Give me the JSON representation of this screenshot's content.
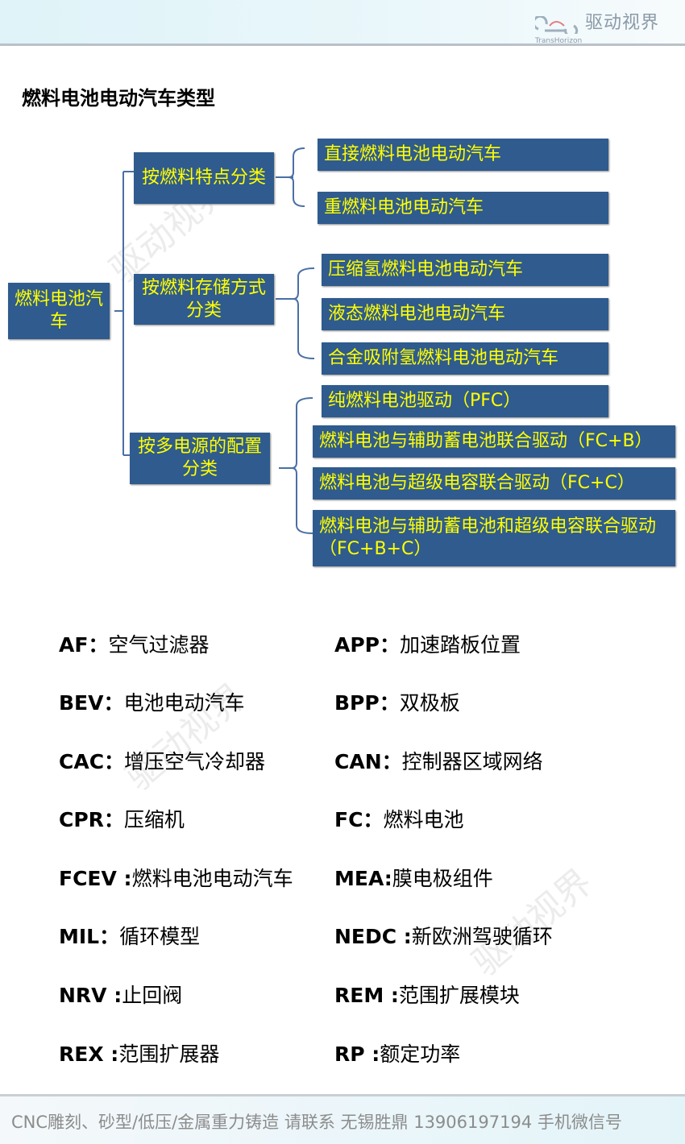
{
  "header": {
    "logo_cn": "驱动视界",
    "logo_en": "TransHorizon"
  },
  "title": "燃料电池电动汽车类型",
  "tree": {
    "root": "燃料电池汽车",
    "groups": [
      {
        "label": "按燃料特点分类",
        "children": [
          "直接燃料电池电动汽车",
          "重燃料电池电动汽车"
        ]
      },
      {
        "label": "按燃料存储方式分类",
        "children": [
          "压缩氢燃料电池电动汽车",
          "液态燃料电池电动汽车",
          "合金吸附氢燃料电池电动汽车"
        ]
      },
      {
        "label": "按多电源的配置分类",
        "children": [
          "纯燃料电池驱动（PFC）",
          "燃料电池与辅助蓄电池联合驱动（FC+B）",
          "燃料电池与超级电容联合驱动（FC+C）",
          "燃料电池与辅助蓄电池和超级电容联合驱动（FC+B+C）"
        ]
      }
    ]
  },
  "glossary": [
    {
      "abbr": "AF：",
      "def": "空气过滤器"
    },
    {
      "abbr": "APP：",
      "def": "加速踏板位置"
    },
    {
      "abbr": "BEV：",
      "def": "电池电动汽车"
    },
    {
      "abbr": "BPP：",
      "def": "双极板"
    },
    {
      "abbr": "CAC：",
      "def": "增压空气冷却器"
    },
    {
      "abbr": "CAN：",
      "def": "控制器区域网络"
    },
    {
      "abbr": "CPR：",
      "def": "压缩机"
    },
    {
      "abbr": "FC：",
      "def": "燃料电池"
    },
    {
      "abbr": "FCEV :",
      "def": "燃料电池电动汽车"
    },
    {
      "abbr": "MEA:",
      "def": "膜电极组件"
    },
    {
      "abbr": "MIL：",
      "def": "循环模型"
    },
    {
      "abbr": "NEDC :",
      "def": "新欧洲驾驶循环"
    },
    {
      "abbr": "NRV :",
      "def": "止回阀"
    },
    {
      "abbr": "REM :",
      "def": "范围扩展模块"
    },
    {
      "abbr": "REX :",
      "def": "范围扩展器"
    },
    {
      "abbr": "RP :",
      "def": "额定功率"
    }
  ],
  "watermark": "驱动视界",
  "footer": "CNC雕刻、砂型/低压/金属重力铸造 请联系 无锡胜鼎 13906197194 手机微信号",
  "colors": {
    "box": "#2f5b8e",
    "box_text": "#ffff00",
    "line": "#4a6fa5"
  }
}
